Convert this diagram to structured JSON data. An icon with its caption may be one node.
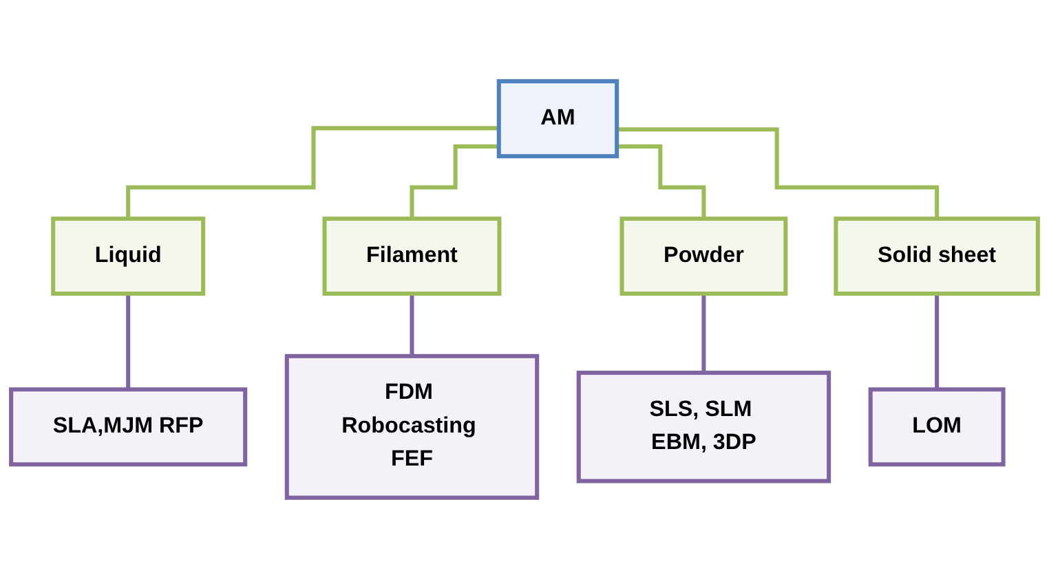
{
  "diagram": {
    "nodes": [
      {
        "text": [
          "AM"
        ]
      },
      {
        "text": [
          "Liquid"
        ]
      },
      {
        "text": [
          "Filament"
        ]
      },
      {
        "text": [
          "Powder"
        ]
      },
      {
        "text": [
          "Solid sheet"
        ]
      },
      {
        "text": [
          "SLA,MJM RFP"
        ]
      },
      {
        "text": [
          "FDM Robocasting FEF"
        ]
      },
      {
        "text": [
          "SLS, SLM EBM, 3DP"
        ]
      },
      {
        "text": [
          "LOM"
        ]
      }
    ],
    "edges": [
      {
        "from": 0,
        "to": 1,
        "arrow": "none",
        "color": "#9bbb59"
      },
      {
        "from": 0,
        "to": 2,
        "arrow": "none",
        "color": "#9bbb59"
      },
      {
        "from": 0,
        "to": 3,
        "arrow": "none",
        "color": "#9bbb59"
      },
      {
        "from": 0,
        "to": 4,
        "arrow": "none",
        "color": "#9bbb59"
      },
      {
        "from": 1,
        "to": 5,
        "arrow": "none",
        "color": "#8064a2"
      },
      {
        "from": 2,
        "to": 6,
        "arrow": "none",
        "color": "#8064a2"
      },
      {
        "from": 3,
        "to": 7,
        "arrow": "none",
        "color": "#8064a2"
      },
      {
        "from": 4,
        "to": 8,
        "arrow": "none",
        "color": "#8064a2"
      }
    ]
  }
}
